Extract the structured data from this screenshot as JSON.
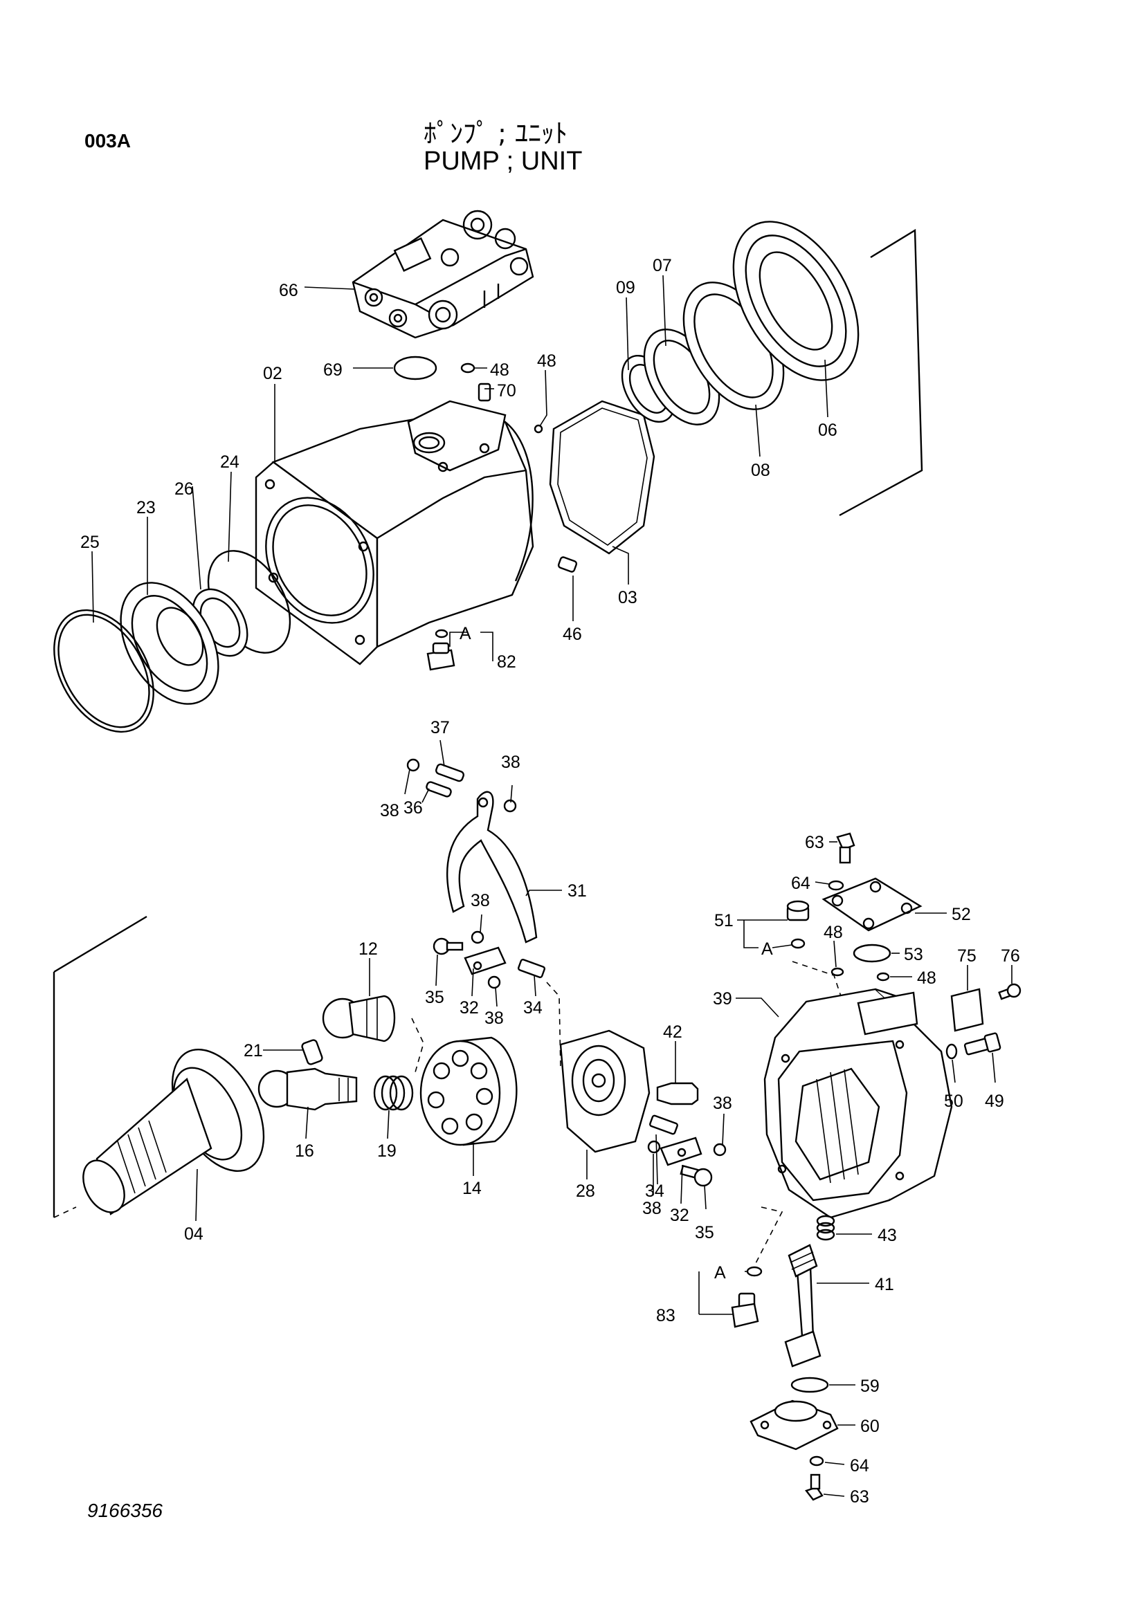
{
  "header": {
    "page_code": "003A",
    "title_jp": "ﾎﾟﾝﾌﾟ ; ﾕﾆｯﾄ",
    "title_en": "PUMP ; UNIT"
  },
  "footer": {
    "drawing_number": "9166356"
  },
  "callouts": {
    "c66": "66",
    "c69": "69",
    "c48a": "48",
    "c70": "70",
    "c48b": "48",
    "c02": "02",
    "c09": "09",
    "c07": "07",
    "c06": "06",
    "c08": "08",
    "c03": "03",
    "c46": "46",
    "c24": "24",
    "c26": "26",
    "c23": "23",
    "c25": "25",
    "cA1": "A",
    "c82": "82",
    "c37": "37",
    "c38a": "38",
    "c38b": "38",
    "c36": "36",
    "c31": "31",
    "c38c": "38",
    "c35a": "35",
    "c32a": "32",
    "c38d": "38",
    "c34a": "34",
    "c12": "12",
    "c21": "21",
    "c16": "16",
    "c19": "19",
    "c14": "14",
    "c04": "04",
    "c42": "42",
    "c38e": "38",
    "c28": "28",
    "c34b": "34",
    "c38f": "38",
    "c32b": "32",
    "c35b": "35",
    "c63a": "63",
    "c64a": "64",
    "c52": "52",
    "c51": "51",
    "cA2": "A",
    "c48c": "48",
    "c53": "53",
    "c75": "75",
    "c76": "76",
    "c48d": "48",
    "c39": "39",
    "c50": "50",
    "c49": "49",
    "c43": "43",
    "c41": "41",
    "cA3": "A",
    "c83": "83",
    "c59": "59",
    "c60": "60",
    "c64b": "64",
    "c63b": "63"
  }
}
